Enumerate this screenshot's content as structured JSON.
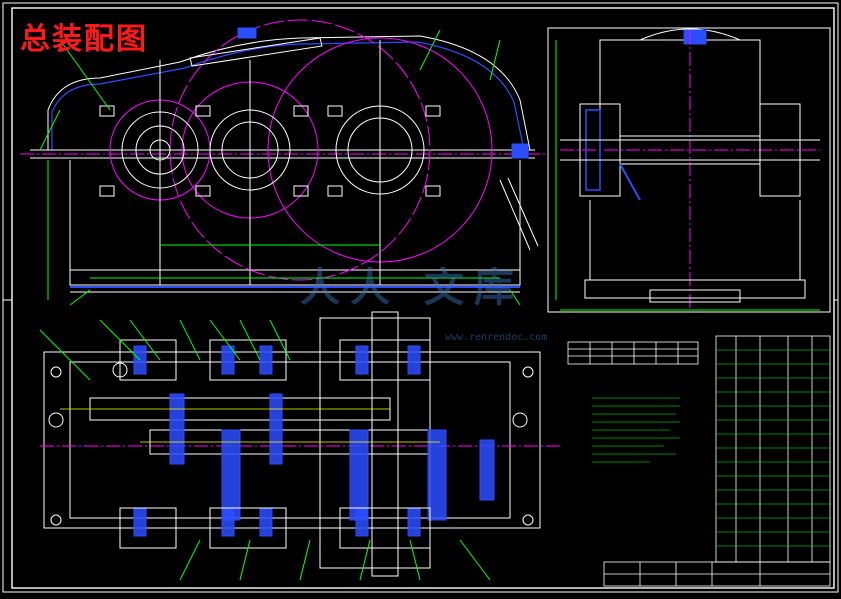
{
  "title": "总装配图",
  "watermark": {
    "text": "人人 文库",
    "url": "www.renrendoc.com"
  },
  "colors": {
    "background": "#000000",
    "frame": "#ffffff",
    "outline": "#ffffff",
    "center_line": "#ff00ff",
    "section": "#2a4dff",
    "dimension": "#00ff00",
    "title_text": "#ff1a1a",
    "shaft": "#ffff00"
  }
}
